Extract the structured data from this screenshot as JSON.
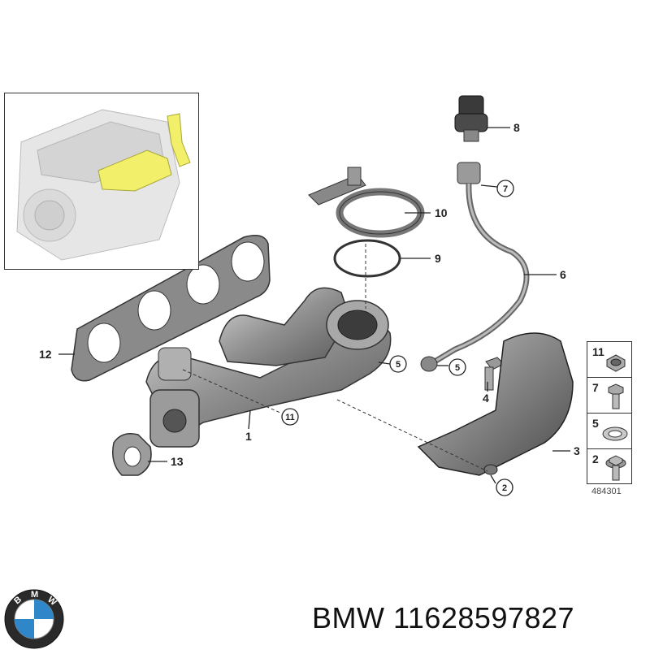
{
  "callouts": {
    "c1": "1",
    "c2": "2",
    "c3": "3",
    "c4": "4",
    "c5a": "5",
    "c5b": "5",
    "c6": "6",
    "c7": "7",
    "c8": "8",
    "c9": "9",
    "c10": "10",
    "c11": "11",
    "c12": "12",
    "c13": "13"
  },
  "legend": {
    "items": [
      "11",
      "7",
      "5",
      "2"
    ]
  },
  "reference_number": "484301",
  "logo": {
    "letters": "BMW"
  },
  "caption": {
    "brand": "BMW",
    "part_number": "11628597827"
  },
  "colors": {
    "highlight": "#f2f06a",
    "metal": "#9a9a9a",
    "line": "#222222"
  }
}
